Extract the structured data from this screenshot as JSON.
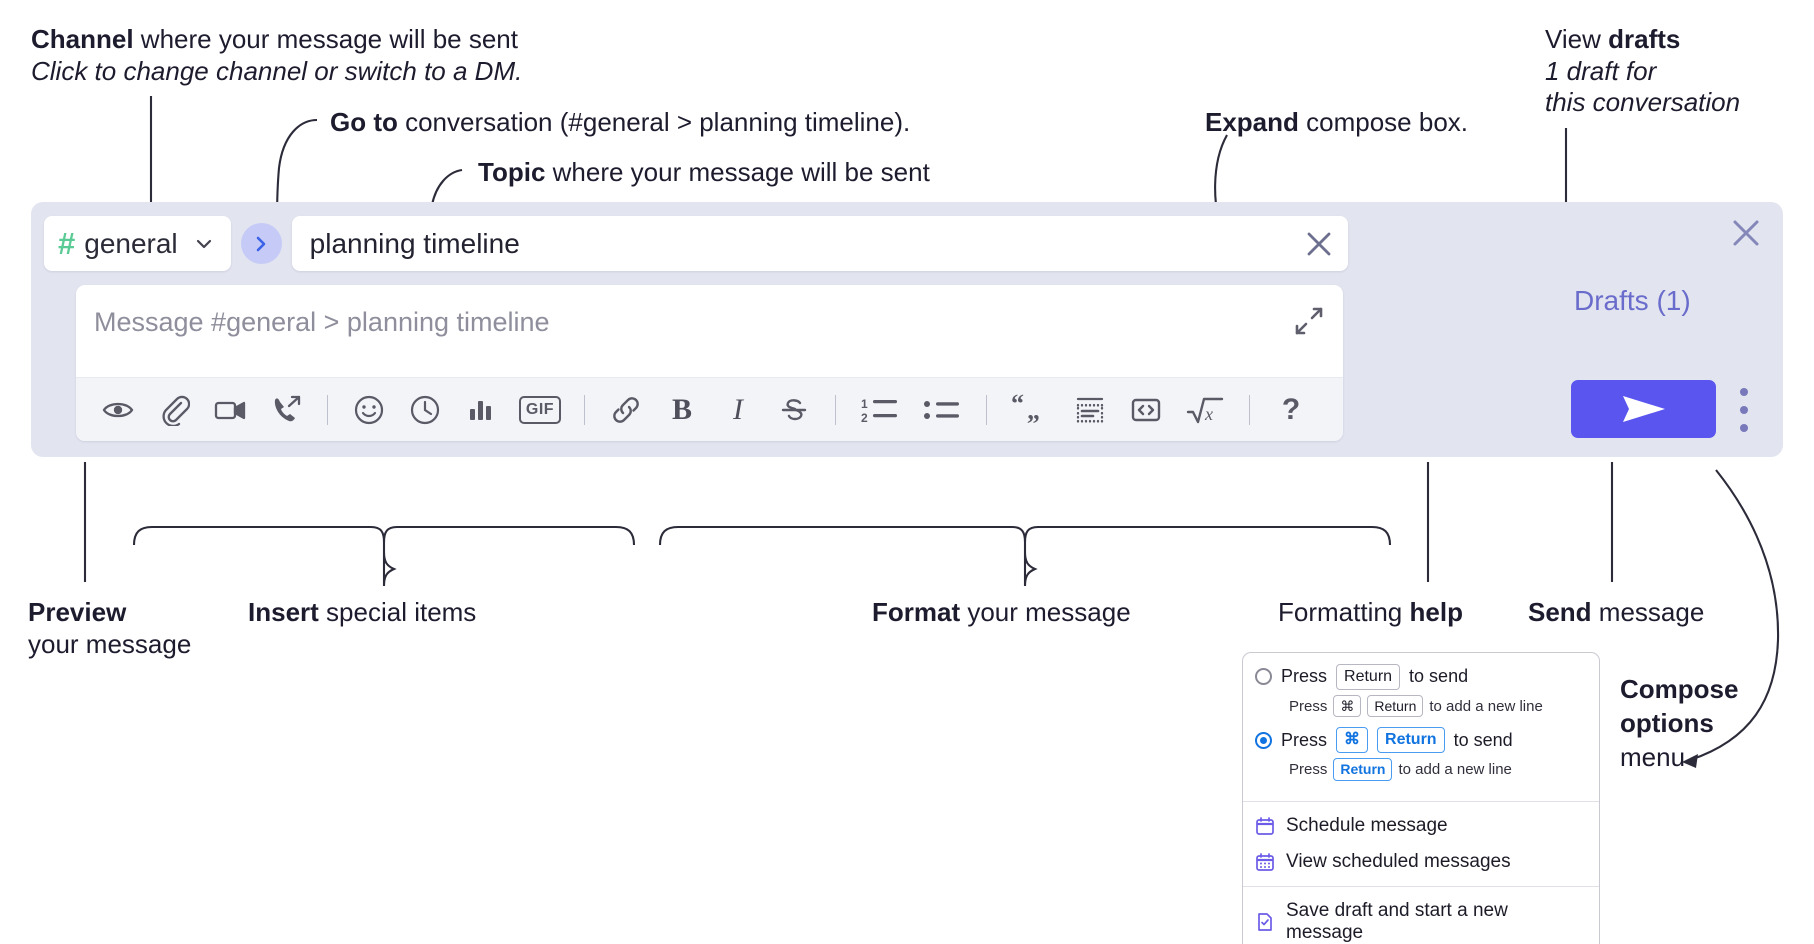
{
  "annotations": {
    "channel": {
      "bold": "Channel",
      "rest": " where your message will be sent",
      "italic": "Click to change channel or switch to a DM."
    },
    "goto": {
      "bold": "Go to",
      "rest": " conversation (#general > planning timeline)."
    },
    "topic": {
      "bold": "Topic",
      "rest": " where your message will be sent"
    },
    "expand": {
      "bold": "Expand",
      "rest": " compose box."
    },
    "drafts": {
      "bold_lead": "View ",
      "bold": "drafts",
      "italic1": "1 draft for",
      "italic2": "this conversation"
    },
    "preview": {
      "bold": "Preview",
      "rest": "your message"
    },
    "insert": {
      "bold": "Insert",
      "rest": " special items"
    },
    "format": {
      "bold": "Format",
      "rest": " your message"
    },
    "help": {
      "lead": "Formatting ",
      "bold": "help"
    },
    "send": {
      "bold": "Send",
      "rest": " message"
    },
    "compose_options": {
      "bold1": "Compose",
      "bold2": "options",
      "rest": "menu"
    }
  },
  "composer": {
    "channel_name": "general",
    "hash_symbol": "#",
    "topic_value": "planning timeline",
    "message_placeholder": "Message #general > planning timeline",
    "drafts_label": "Drafts (1)",
    "gif_label": "GIF",
    "help_label": "?",
    "bold_label": "B",
    "italic_label": "I",
    "accent_send": "#5b55f0",
    "accent_drafts": "#6a6ccb",
    "hash_color": "#5bcb95",
    "panel_bg": "#e2e4f0",
    "toolbar": [
      {
        "name": "preview-icon",
        "group": "left"
      },
      {
        "name": "attachment-icon",
        "group": "insert"
      },
      {
        "name": "video-icon",
        "group": "insert"
      },
      {
        "name": "phone-icon",
        "group": "insert"
      },
      {
        "name": "emoji-icon",
        "group": "insert"
      },
      {
        "name": "clock-icon",
        "group": "insert"
      },
      {
        "name": "poll-icon",
        "group": "insert"
      },
      {
        "name": "gif-icon",
        "group": "insert"
      },
      {
        "name": "link-icon",
        "group": "format"
      },
      {
        "name": "bold-icon",
        "group": "format"
      },
      {
        "name": "italic-icon",
        "group": "format"
      },
      {
        "name": "strikethrough-icon",
        "group": "format"
      },
      {
        "name": "ordered-list-icon",
        "group": "format"
      },
      {
        "name": "bullet-list-icon",
        "group": "format"
      },
      {
        "name": "blockquote-icon",
        "group": "format"
      },
      {
        "name": "code-block-icon",
        "group": "format"
      },
      {
        "name": "inline-code-icon",
        "group": "format"
      },
      {
        "name": "math-icon",
        "group": "format"
      },
      {
        "name": "help-icon",
        "group": "help"
      }
    ]
  },
  "menu": {
    "option1": {
      "press": "Press",
      "key": "Return",
      "tail": "to send",
      "sub_press": "Press",
      "sub_key1": "⌘",
      "sub_key2": "Return",
      "sub_tail": "to add a new line",
      "selected": false
    },
    "option2": {
      "press": "Press",
      "key1": "⌘",
      "key2": "Return",
      "tail": "to send",
      "sub_press": "Press",
      "sub_key": "Return",
      "sub_tail": "to add a new line",
      "selected": true
    },
    "items": [
      {
        "label": "Schedule message",
        "icon": "calendar-icon"
      },
      {
        "label": "View scheduled messages",
        "icon": "calendar-grid-icon"
      },
      {
        "label": "Save draft and start a new message",
        "icon": "draft-check-icon"
      }
    ]
  }
}
